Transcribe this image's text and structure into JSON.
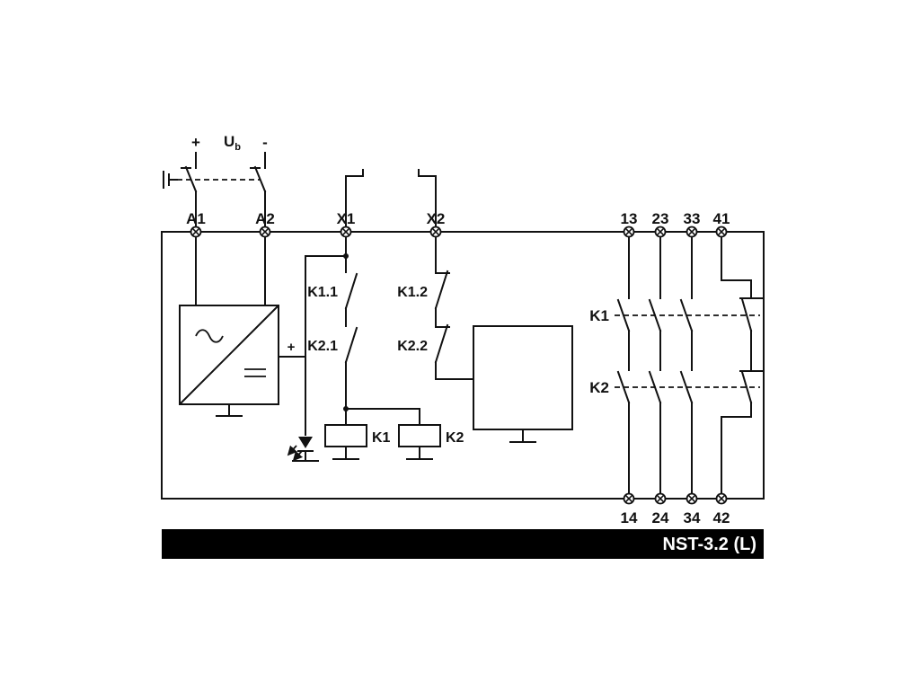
{
  "page": {
    "background": "#ffffff"
  },
  "banner": {
    "label": "NST-3.2 (L)",
    "bg": "#000000",
    "fg": "#ffffff"
  },
  "supply": {
    "plus": "+",
    "u": "U",
    "u_sub": "b",
    "minus": "-"
  },
  "terminals": {
    "top": [
      "A1",
      "A2",
      "X1",
      "X2",
      "13",
      "23",
      "33",
      "41"
    ],
    "bottom": [
      "14",
      "24",
      "34",
      "42"
    ]
  },
  "internal": {
    "psu_plus": "+",
    "contact_labels": [
      "K1.1",
      "K2.1",
      "K1.2",
      "K2.2"
    ],
    "coil_labels": [
      "K1",
      "K2"
    ],
    "bank_labels": [
      "K1",
      "K2"
    ]
  },
  "icons": {
    "terminal": "screw-terminal-circle-x",
    "ac": "sine-wave",
    "dc": "double-bar",
    "ground": "earth-bar",
    "led": "led-diode-with-arrows",
    "estop": "push-button-actuator",
    "junction": "solder-dot"
  },
  "colors": {
    "line": "#111111",
    "banner_bg": "#000000",
    "banner_text": "#ffffff"
  }
}
